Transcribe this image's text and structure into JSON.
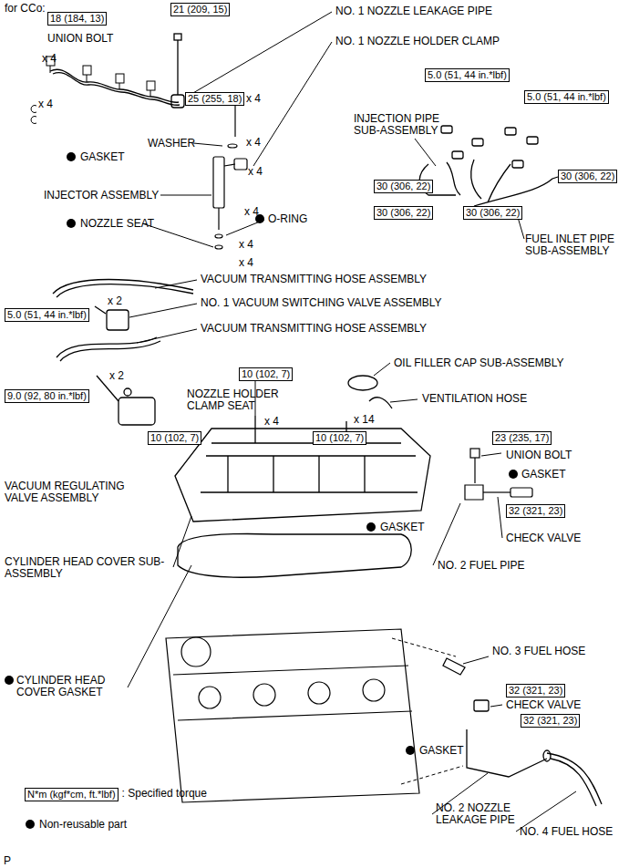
{
  "diagram": {
    "nodes": [
      {
        "text": [
          "18 (184, 13)"
        ]
      },
      {
        "text": [
          "21 (209, 15)"
        ]
      },
      {
        "text": [
          "25 (255, 18)"
        ]
      },
      {
        "text": [
          "5.0 (51, 44 in.*lbf)"
        ]
      },
      {
        "text": [
          "5.0 (51, 44 in.*lbf)"
        ]
      },
      {
        "text": [
          "30 (306, 22)"
        ]
      },
      {
        "text": [
          "30 (306, 22)"
        ]
      },
      {
        "text": [
          "30 (306, 22)"
        ]
      },
      {
        "text": [
          "30 (306, 22)"
        ]
      },
      {
        "text": [
          "5.0 (51, 44 in.*lbf)"
        ]
      },
      {
        "text": [
          "10 (102, 7)"
        ]
      },
      {
        "text": [
          "9.0 (92, 80 in.*lbf)"
        ]
      },
      {
        "text": [
          "10 (102, 7)"
        ]
      },
      {
        "text": [
          "10 (102, 7)"
        ]
      },
      {
        "text": [
          "23 (235, 17)"
        ]
      },
      {
        "text": [
          "32 (321, 23)"
        ]
      },
      {
        "text": [
          "32 (321, 23)"
        ]
      },
      {
        "text": [
          "32 (321, 23)"
        ]
      },
      {
        "text": [
          "N*m (kgf*cm, ft.*lbf)"
        ]
      }
    ],
    "labels": [
      "for CCo:",
      "NO. 1 NOZZLE LEAKAGE PIPE",
      "UNION BOLT",
      "x 4",
      "x 4",
      "NO. 1 NOZZLE HOLDER CLAMP",
      "INJECTION PIPE SUB-ASSEMBLY",
      "x 4",
      "WASHER",
      "x 4",
      "GASKET",
      "x 4",
      "INJECTOR ASSEMBLY",
      "x 4",
      "NOZZLE SEAT",
      "O-RING",
      "x 4",
      "x 4",
      "FUEL INLET PIPE SUB-ASSEMBLY",
      "VACUUM TRANSMITTING HOSE ASSEMBLY",
      "x 2",
      "NO. 1 VACUUM SWITCHING VALVE ASSEMBLY",
      "VACUUM TRANSMITTING HOSE ASSEMBLY",
      "NOZZLE HOLDER CLAMP SEAT",
      "OIL FILLER CAP SUB-ASSEMBLY",
      "x 2",
      "VENTILATION HOSE",
      "x 4",
      "x 14",
      "UNION BOLT",
      "GASKET",
      "VACUUM REGULATING VALVE ASSEMBLY",
      "GASKET",
      "CHECK VALVE",
      "NO. 2 FUEL PIPE",
      "CYLINDER HEAD COVER SUB-ASSEMBLY",
      "CYLINDER HEAD COVER GASKET",
      "NO. 3 FUEL HOSE",
      "CHECK VALVE",
      "GASKET",
      "NO. 2 NOZZLE LEAKAGE PIPE",
      "NO. 4 FUEL HOSE",
      "P"
    ],
    "legend": [
      {
        "text": ": Specified torque"
      },
      {
        "text": "Non-reusable part"
      }
    ]
  }
}
